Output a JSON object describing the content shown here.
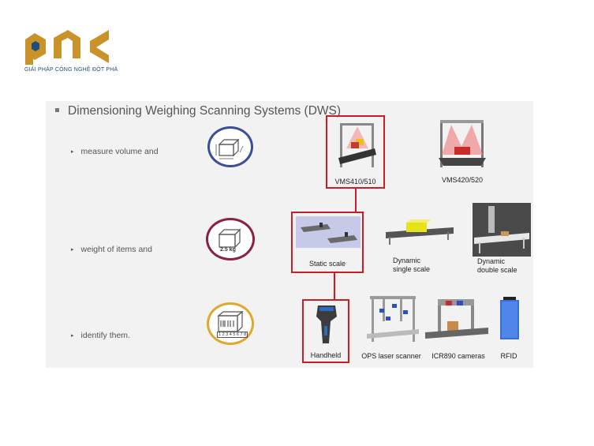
{
  "logo": {
    "tagline": "GIẢI PHÁP CÔNG NGHỆ ĐỘT PHÁ",
    "colors": {
      "gold": "#c9932a",
      "navy": "#1f4e79"
    }
  },
  "slide": {
    "title": "Dimensioning Weighing Scanning Systems (DWS)",
    "bullets": [
      "measure volume and",
      "weight of items and",
      "identify them."
    ],
    "icons": {
      "weight_label": "2.5 kg",
      "barcode_label": "1 2 3 4 5 6 7 8"
    },
    "rows": {
      "volume": [
        "VMS410/510",
        "VMS420/520"
      ],
      "weight": [
        "Static scale",
        "Dynamic single scale",
        "Dynamic double scale"
      ],
      "identify": [
        "Handheld",
        "OPS laser scanner",
        "ICR890 cameras",
        "RFID"
      ]
    },
    "dynamic_single": [
      "Dynamic",
      "single scale"
    ],
    "dynamic_double": [
      "Dynamic",
      "double scale"
    ],
    "highlight_color": "#c81e25"
  }
}
